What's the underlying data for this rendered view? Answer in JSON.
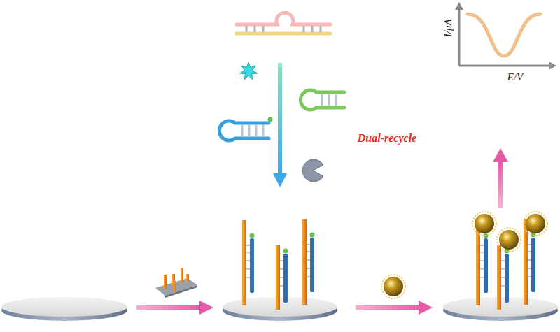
{
  "diagram": {
    "labels": [
      "Dual-recycle",
      "I/μA",
      "E/V"
    ]
  }
}
